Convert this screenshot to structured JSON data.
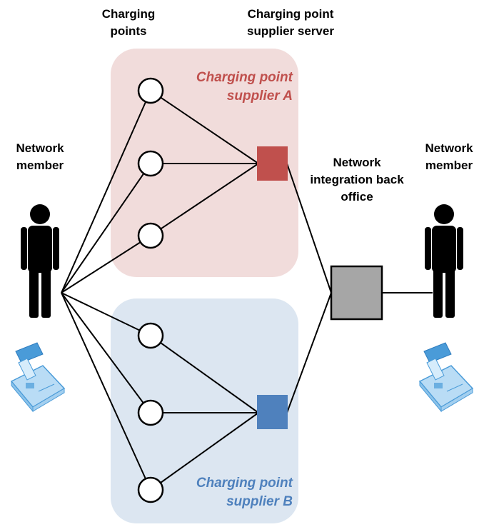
{
  "headers": {
    "charging_points": "Charging\npoints",
    "supplier_server": "Charging point\nsupplier server",
    "network_member_left": "Network\nmember",
    "integration_back_office": "Network\nintegration back\noffice",
    "network_member_right": "Network\nmember"
  },
  "groups": [
    {
      "label": "Charging point\nsupplier A",
      "fill": "#f1dcdb",
      "label_color": "#c0504d",
      "server_color": "#c0504d"
    },
    {
      "label": "Charging point\nsupplier B",
      "fill": "#dce6f1",
      "label_color": "#4f81bd",
      "server_color": "#4f81bd"
    }
  ],
  "back_office_color": "#a6a6a6",
  "icons": [
    "person-icon",
    "smart-card-reader-icon",
    "charging-point-icon",
    "server-icon",
    "back-office-icon"
  ]
}
